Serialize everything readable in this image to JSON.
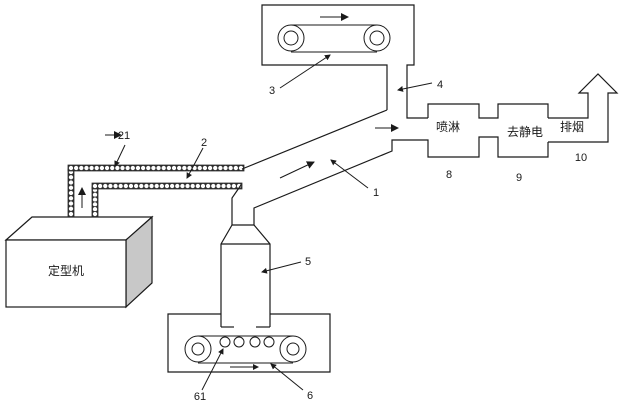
{
  "diagram": {
    "components": {
      "setting_machine": "定型机",
      "spray": "喷淋",
      "destatic": "去静电",
      "exhaust": "排烟"
    },
    "labels": {
      "main_duct": "1",
      "pipe": "2",
      "upper_conveyor": "3",
      "vertical_duct": "4",
      "hood": "5",
      "lower_conveyor": "6",
      "insulation": "21",
      "rollers": "61",
      "spray_no": "8",
      "destatic_no": "9",
      "exhaust_no": "10"
    },
    "colors": {
      "line": "#1a1a1a",
      "machine_side": "#c8c8c8"
    }
  }
}
